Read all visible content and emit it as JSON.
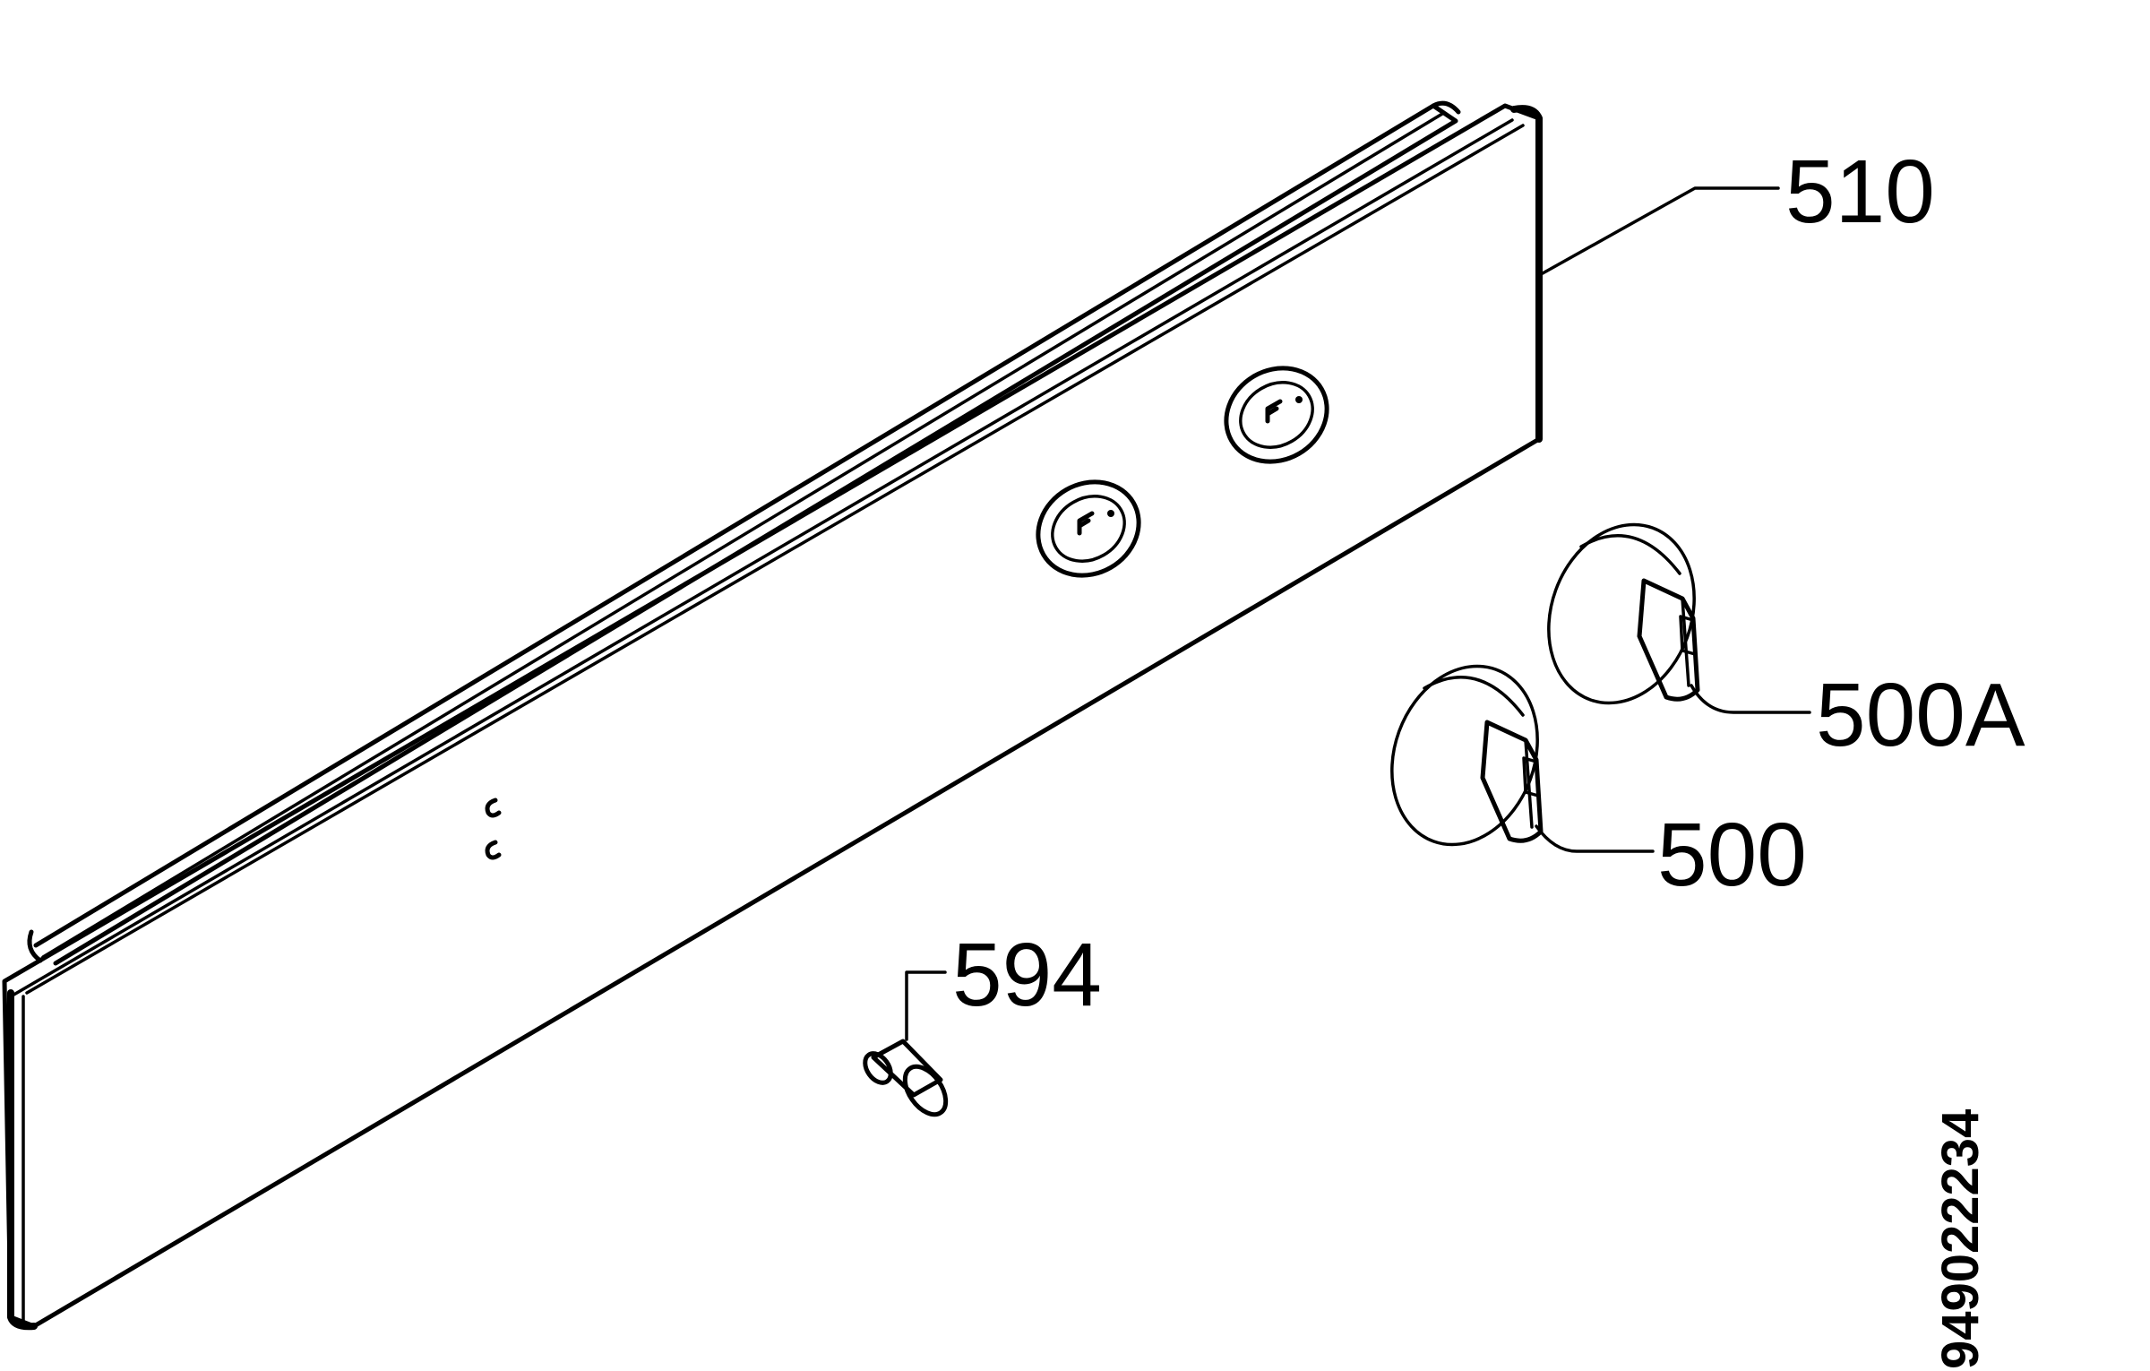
{
  "callouts": {
    "panel": "510",
    "knob_a": "500A",
    "knob": "500",
    "screw": "594"
  },
  "document_number": "949022234"
}
